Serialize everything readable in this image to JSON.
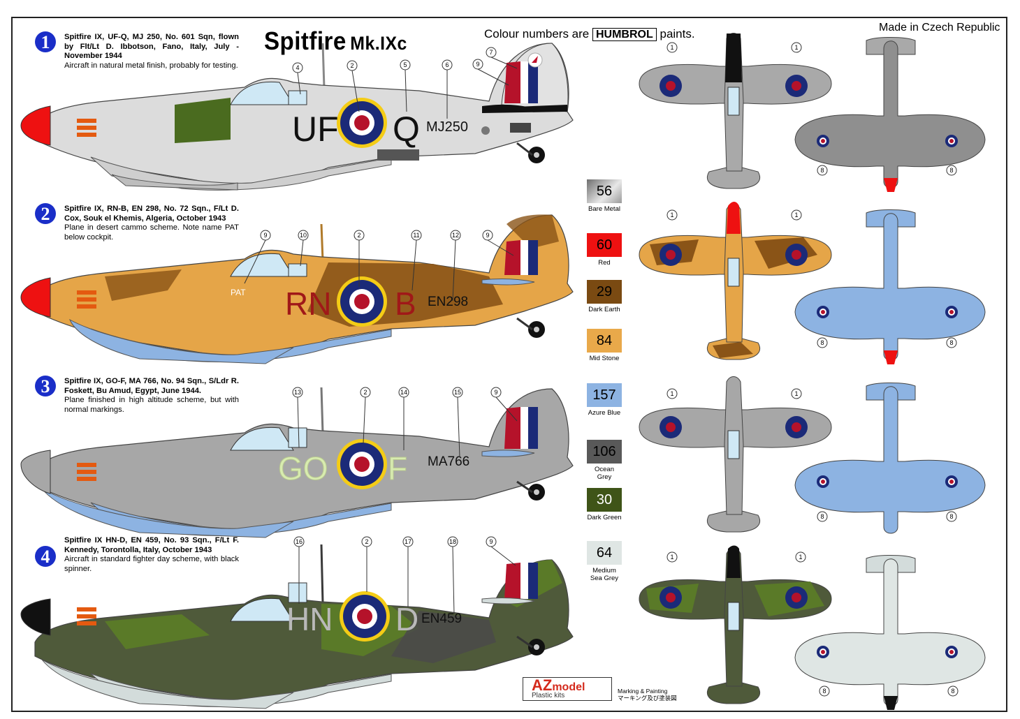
{
  "header": {
    "title_main": "Spitfire",
    "title_sub": "Mk.IXc",
    "colour_note_prefix": "Colour numbers are",
    "colour_brand": "HUMBROL",
    "colour_note_suffix": "paints.",
    "made_in": "Made in Czech Republic"
  },
  "schemes": [
    {
      "number": "1",
      "title": "Spitfire IX, UF-Q, MJ 250, No. 601 Sqn, flown by Flt/Lt D. Ibbotson, Fano, Italy, July - November 1944",
      "note": "Aircraft in natural metal finish, probably for testing.",
      "code_left": "UF",
      "code_right": "Q",
      "serial": "MJ250",
      "callouts": [
        "4",
        "2",
        "5",
        "6",
        "7",
        "9"
      ]
    },
    {
      "number": "2",
      "title": "Spitfire IX, RN-B, EN 298, No. 72 Sqn., F/Lt D. Cox, Souk el Khemis, Algeria, October 1943",
      "note": "Plane in desert cammo scheme. Note name PAT below cockpit.",
      "code_left": "RN",
      "code_right": "B",
      "serial": "EN298",
      "name": "PAT",
      "callouts": [
        "9",
        "10",
        "2",
        "11",
        "12",
        "9"
      ]
    },
    {
      "number": "3",
      "title": "Spitfire IX, GO-F, MA 766, No. 94 Sqn., S/Ldr R. Foskett, Bu Amud, Egypt, June 1944.",
      "note": "Plane finished in high altitude scheme, but with normal markings.",
      "code_left": "GO",
      "code_right": "F",
      "serial": "MA766",
      "callouts": [
        "13",
        "2",
        "14",
        "15",
        "9"
      ]
    },
    {
      "number": "4",
      "title": "Spitfire IX HN-D, EN 459, No. 93 Sqn., F/Lt F. Kennedy, Torontolla, Italy, October 1943",
      "note": "Aircraft in standard fighter day scheme, with black spinner.",
      "code_left": "HN",
      "code_right": "D",
      "serial": "EN459",
      "callouts": [
        "16",
        "2",
        "17",
        "18",
        "9"
      ]
    }
  ],
  "plan_callouts": {
    "top": "1",
    "bottom": "8"
  },
  "swatches": [
    {
      "number": "56",
      "name": "Bare Metal",
      "color": "#a9a9a9"
    },
    {
      "number": "60",
      "name": "Red",
      "color": "#ee1111"
    },
    {
      "number": "29",
      "name": "Dark Earth",
      "color": "#7a4a12"
    },
    {
      "number": "84",
      "name": "Mid Stone",
      "color": "#e9a94a"
    },
    {
      "number": "157",
      "name": "Azure Blue",
      "color": "#8db3e2"
    },
    {
      "number": "106",
      "name": "Ocean Grey",
      "color": "#595959"
    },
    {
      "number": "30",
      "name": "Dark Green",
      "color": "#3f5418"
    },
    {
      "number": "64",
      "name": "Medium Sea Grey",
      "color": "#d3dcdb"
    }
  ],
  "logo": {
    "brand": "AZ",
    "brand_suffix": "model",
    "subtitle": "Plastic kits",
    "caption_en": "Marking & Painting",
    "caption_jp": "マーキング及び塗装図"
  },
  "colors": {
    "roundel_blue": "#1b2a78",
    "roundel_red": "#b5122a",
    "roundel_yellow": "#f4cc16",
    "badge": "#1a2ec8"
  }
}
